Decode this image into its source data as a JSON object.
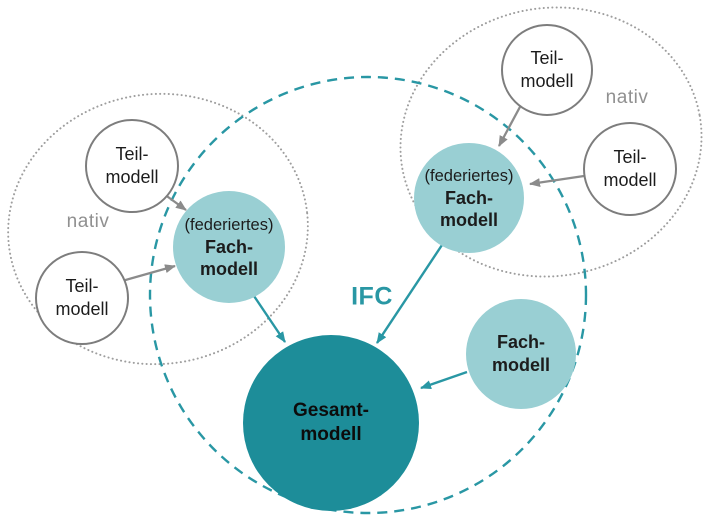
{
  "diagram": {
    "colors": {
      "accent_teal": "#2997a4",
      "light_teal": "#99cfd3",
      "dark_teal": "#1d8d99",
      "node_border_gray": "#7d7d7d",
      "arrow_gray": "#8b8b8b",
      "dotted_gray": "#9e9e9e",
      "text_dark": "#1c1c1c",
      "nativ_gray": "#909090"
    },
    "labels": {
      "ifc": "IFC",
      "nativ_left": "nativ",
      "nativ_right": "nativ"
    },
    "nodes": {
      "teil_tl_top": {
        "line1": "Teil-",
        "line2": "modell"
      },
      "teil_tl_bottom": {
        "line1": "Teil-",
        "line2": "modell"
      },
      "teil_tr_top": {
        "line1": "Teil-",
        "line2": "modell"
      },
      "teil_tr_right": {
        "line1": "Teil-",
        "line2": "modell"
      },
      "fach_federiert_left": {
        "line1": "(federiertes)",
        "line2": "Fach-",
        "line3": "modell"
      },
      "fach_federiert_right": {
        "line1": "(federiertes)",
        "line2": "Fach-",
        "line3": "modell"
      },
      "fach_plain": {
        "line1": "Fach-",
        "line2": "modell"
      },
      "gesamt": {
        "line1": "Gesamt-",
        "line2": "modell"
      }
    }
  }
}
